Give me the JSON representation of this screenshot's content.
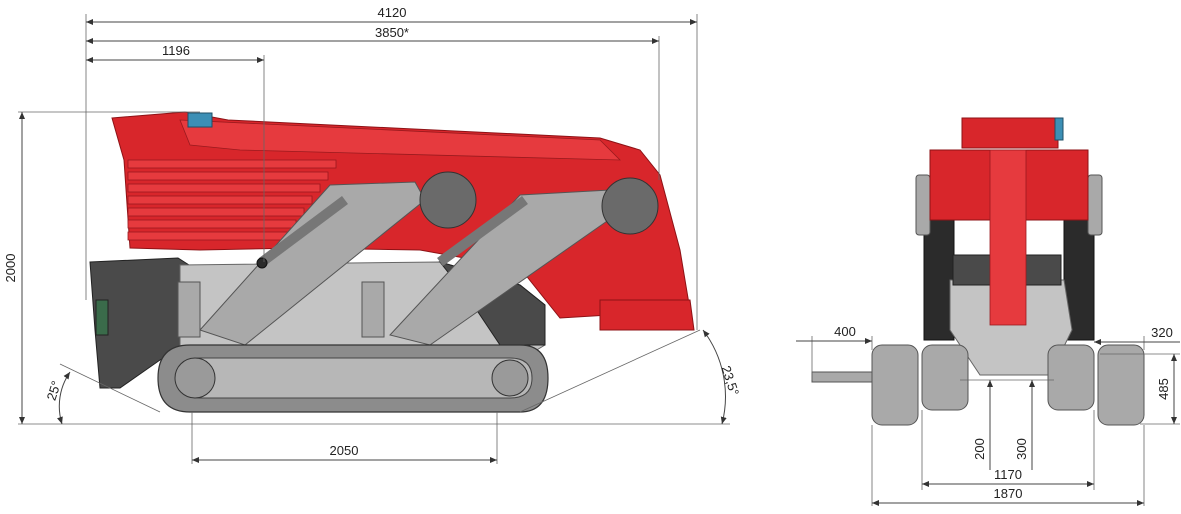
{
  "side_view": {
    "dimensions": {
      "overall_length": "4120",
      "length_marked": "3850*",
      "front_offset": "1196",
      "height": "2000",
      "track_length": "2050",
      "approach_angle": "25°",
      "departure_angle": "23,5°"
    }
  },
  "front_view": {
    "dimensions": {
      "outrigger_extension": "400",
      "side_extension": "320",
      "pad_height": "485",
      "clearance_a": "200",
      "clearance_b": "300",
      "track_gauge": "1170",
      "overall_width": "1870"
    }
  },
  "colors": {
    "boom_red": "#d8262b",
    "chassis_grey": "#a9a9a9",
    "track_dark": "#4a4a4a"
  }
}
